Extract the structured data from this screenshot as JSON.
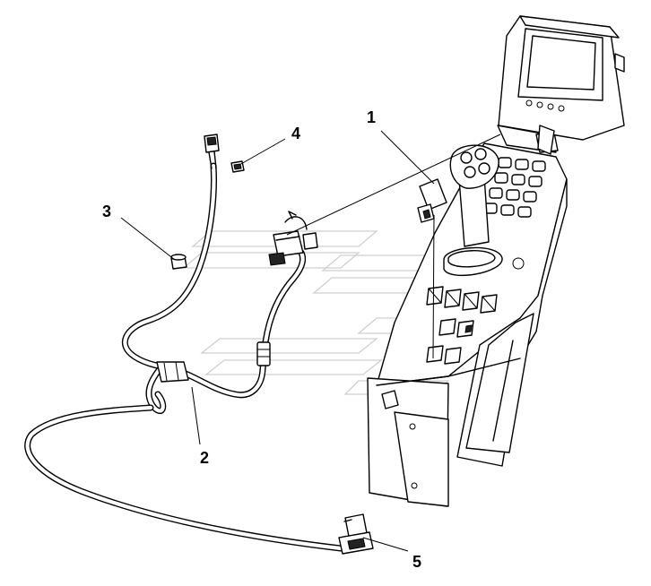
{
  "callouts": [
    {
      "id": "1",
      "label": "1"
    },
    {
      "id": "2",
      "label": "2"
    },
    {
      "id": "3",
      "label": "3"
    },
    {
      "id": "4",
      "label": "4"
    },
    {
      "id": "5",
      "label": "5"
    }
  ],
  "colors": {
    "line": "#000000",
    "background": "#ffffff",
    "watermark": "#cfcfcf"
  }
}
